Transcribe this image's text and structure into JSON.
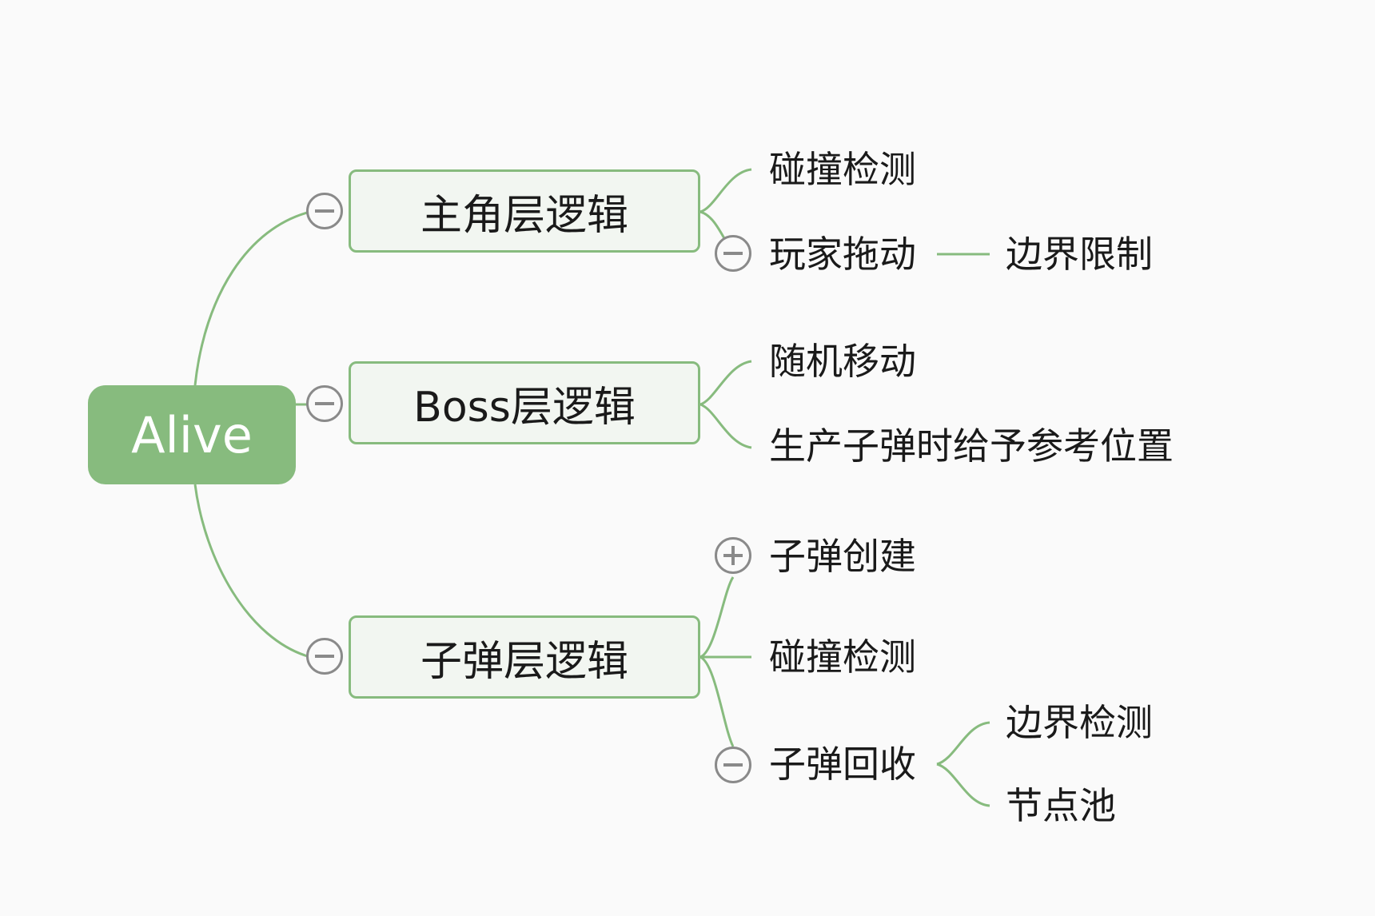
{
  "root": {
    "label": "Alive"
  },
  "branches": [
    {
      "label": "主角层逻辑",
      "children": [
        {
          "label": "碰撞检测"
        },
        {
          "label": "玩家拖动",
          "children": [
            {
              "label": "边界限制"
            }
          ]
        }
      ]
    },
    {
      "label": "Boss层逻辑",
      "children": [
        {
          "label": "随机移动"
        },
        {
          "label": "生产子弹时给予参考位置"
        }
      ]
    },
    {
      "label": "子弹层逻辑",
      "children": [
        {
          "label": "子弹创建",
          "collapsed": true
        },
        {
          "label": "碰撞检测"
        },
        {
          "label": "子弹回收",
          "children": [
            {
              "label": "边界检测"
            },
            {
              "label": "节点池"
            }
          ]
        }
      ]
    }
  ],
  "colors": {
    "accent": "#87bb7e",
    "node_fill": "#f2f6f1",
    "toggle_stroke": "#8a8a8a",
    "text": "#1a1a1a",
    "background": "#fafafa"
  }
}
